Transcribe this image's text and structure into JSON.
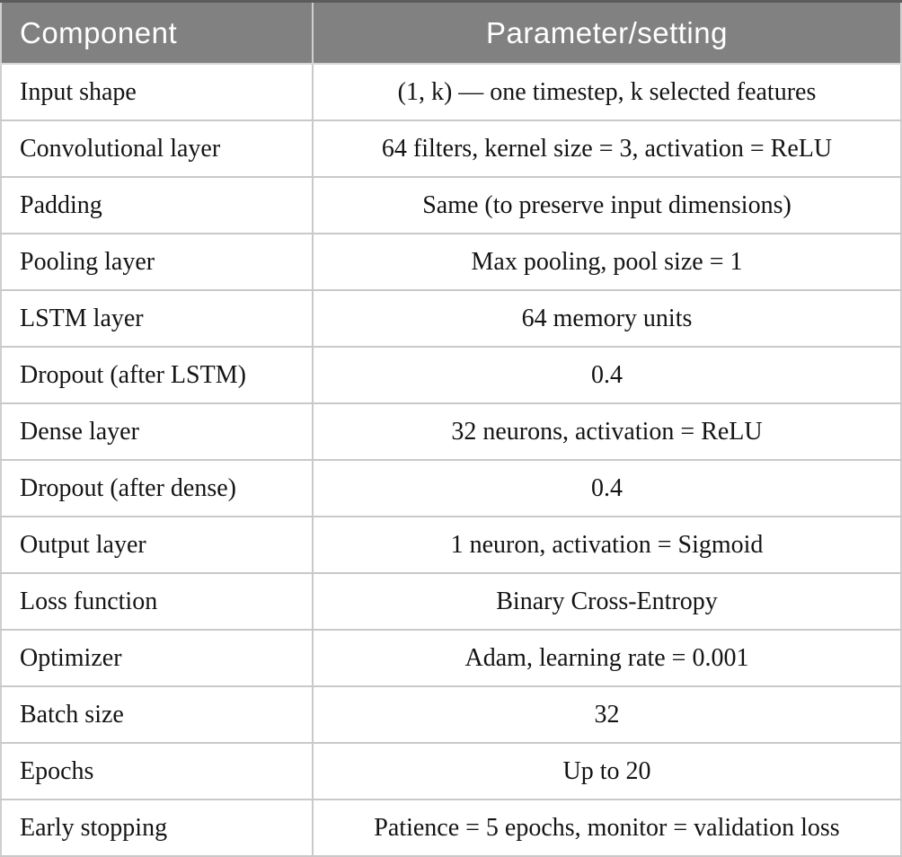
{
  "table": {
    "columns": {
      "component": "Component",
      "setting": "Parameter/setting"
    },
    "rows": [
      {
        "component": "Input shape",
        "setting": "(1, k) — one timestep, k selected features"
      },
      {
        "component": "Convolutional layer",
        "setting": "64 filters, kernel size = 3, activation = ReLU"
      },
      {
        "component": "Padding",
        "setting": "Same (to preserve input dimensions)"
      },
      {
        "component": "Pooling layer",
        "setting": "Max pooling, pool size = 1"
      },
      {
        "component": "LSTM layer",
        "setting": "64 memory units"
      },
      {
        "component": "Dropout (after LSTM)",
        "setting": "0.4"
      },
      {
        "component": "Dense layer",
        "setting": "32 neurons, activation = ReLU"
      },
      {
        "component": "Dropout (after dense)",
        "setting": "0.4"
      },
      {
        "component": "Output layer",
        "setting": "1 neuron, activation = Sigmoid"
      },
      {
        "component": "Loss function",
        "setting": "Binary Cross-Entropy"
      },
      {
        "component": "Optimizer",
        "setting": "Adam, learning rate = 0.001"
      },
      {
        "component": "Batch size",
        "setting": "32"
      },
      {
        "component": "Epochs",
        "setting": "Up to 20"
      },
      {
        "component": "Early stopping",
        "setting": "Patience = 5 epochs, monitor = validation loss"
      }
    ],
    "colors": {
      "header_bg": "#818181",
      "header_text": "#ffffff",
      "top_rule": "#5c5c5c",
      "grid_line": "#c9c9c9",
      "body_text": "#141414"
    }
  }
}
